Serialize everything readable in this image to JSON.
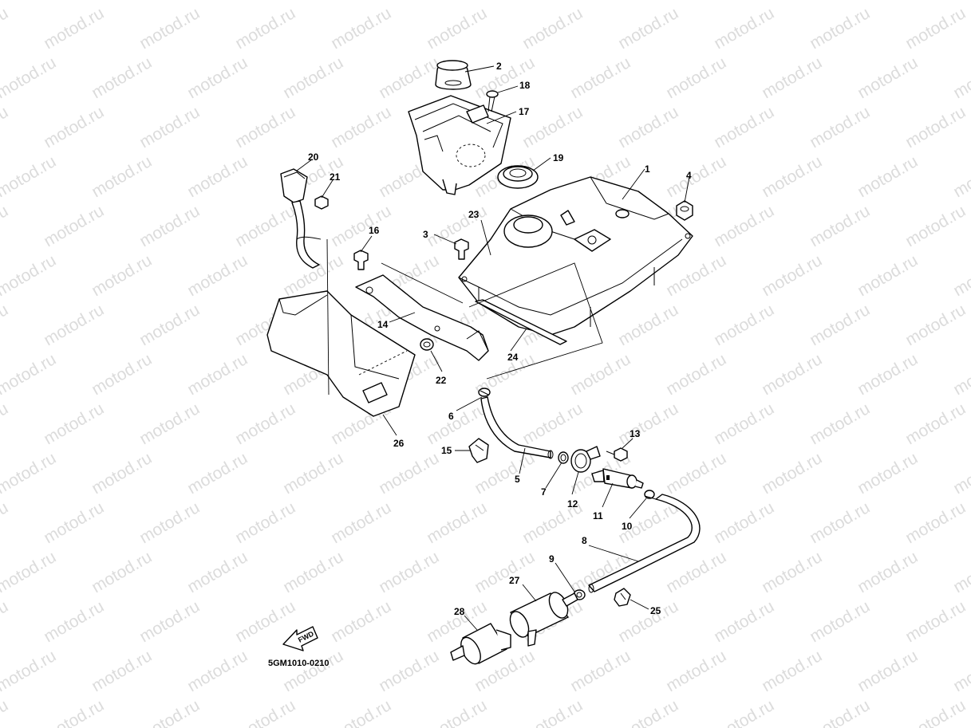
{
  "watermark": {
    "text": "motod.ru"
  },
  "diagram": {
    "code": "5GM1010-0210",
    "fwd_label": "FWD",
    "callouts": [
      "1",
      "2",
      "3",
      "4",
      "5",
      "6",
      "7",
      "8",
      "9",
      "10",
      "11",
      "12",
      "13",
      "14",
      "15",
      "16",
      "17",
      "18",
      "19",
      "20",
      "21",
      "22",
      "23",
      "24",
      "25",
      "26",
      "27",
      "28"
    ]
  }
}
